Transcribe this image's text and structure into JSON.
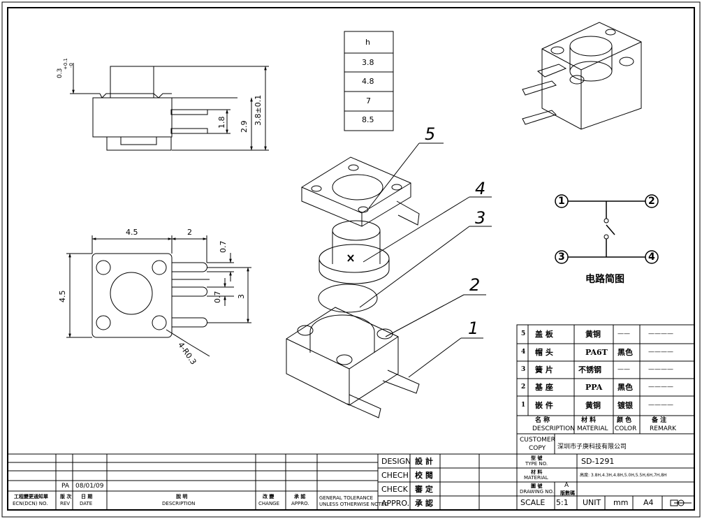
{
  "height_table": {
    "header": "h",
    "values": [
      "3.8",
      "4.8",
      "7",
      "8.5"
    ]
  },
  "side_view_dims": {
    "top": "0.3",
    "top_tol_upper": "+0.1",
    "top_tol_lower": "-0",
    "pin": "1.8",
    "base": "2.9",
    "total": "3.8±0.1"
  },
  "top_view_dims": {
    "width": "4.5",
    "lead": "2",
    "pin_w1": "0.7",
    "pin_w2": "0.7",
    "pitch": "3",
    "height": "4.5",
    "radius": "4-R0.3"
  },
  "balloons": [
    "5",
    "4",
    "3",
    "2",
    "1"
  ],
  "schematic": {
    "nodes": [
      "1",
      "2",
      "3",
      "4"
    ],
    "caption": "电路简图"
  },
  "bom": {
    "rows": [
      {
        "no": "5",
        "name": "盖  板",
        "material": "黄铜",
        "color": "——",
        "remark": "————"
      },
      {
        "no": "4",
        "name": "帽  头",
        "material": "PA6T",
        "color": "黑色",
        "remark": "————"
      },
      {
        "no": "3",
        "name": "簧  片",
        "material": "不锈钢",
        "color": "——",
        "remark": "————"
      },
      {
        "no": "2",
        "name": "基  座",
        "material": "PPA",
        "color": "黑色",
        "remark": "————"
      },
      {
        "no": "1",
        "name": "嵌  件",
        "material": "黄铜",
        "color": "镀银",
        "remark": "————"
      }
    ],
    "header": {
      "name_cn": "名  称",
      "name_en": "DESCRIPTION",
      "mat_cn": "材  料",
      "mat_en": "MATERIAL",
      "color_cn": "颜 色",
      "color_en": "COLOR",
      "remark_cn": "备  注",
      "remark_en": "REMARK"
    }
  },
  "title_block": {
    "customer_label": "CUSTOMER",
    "copy_label": "COPY",
    "customer": "深圳市子庚科技有限公司",
    "type_cn": "型 號",
    "type_en": "TYPE NO.",
    "type_no": "SD-1291",
    "material_cn": "材 料",
    "material_en": "MATERIAL",
    "material_value": "高度: 3.8H,4.3H,4.8H,5.0H,5.5H,6H,7H,8H",
    "drawing_cn": "圖 號",
    "drawing_en": "DRAWING NO.",
    "drawing_rev": "A",
    "drawing_sub": "版數碼",
    "scale_label": "SCALE",
    "scale_value": "5:1",
    "unit_label": "UNIT",
    "unit_value": "mm",
    "size": "A4"
  },
  "sign_block": [
    {
      "en": "DESIGN",
      "cn": "設 計"
    },
    {
      "en": "CHECH",
      "cn": "校 閱"
    },
    {
      "en": "CHECK",
      "cn": "審 定"
    },
    {
      "en": "APPRO.",
      "cn": "承 認"
    }
  ],
  "revision_block": {
    "row": {
      "change": "PA",
      "date": "08/01/09"
    },
    "ecn_cn": "工程變更通知單",
    "ecn_en": "ECN(DCN) NO.",
    "rev_cn": "版 次",
    "rev_en": "REV",
    "date_cn": "日 期",
    "date_en": "DATE",
    "desc_cn": "說 明",
    "desc_en": "DESCRIPTION",
    "change_cn": "改 變",
    "change_en": "CHANGE",
    "appro_cn": "承 認",
    "appro_en": "APPRO.",
    "tol1": "GENERAL TOLERANCE",
    "tol2": "UNLESS OTHERWISE NOTED"
  }
}
